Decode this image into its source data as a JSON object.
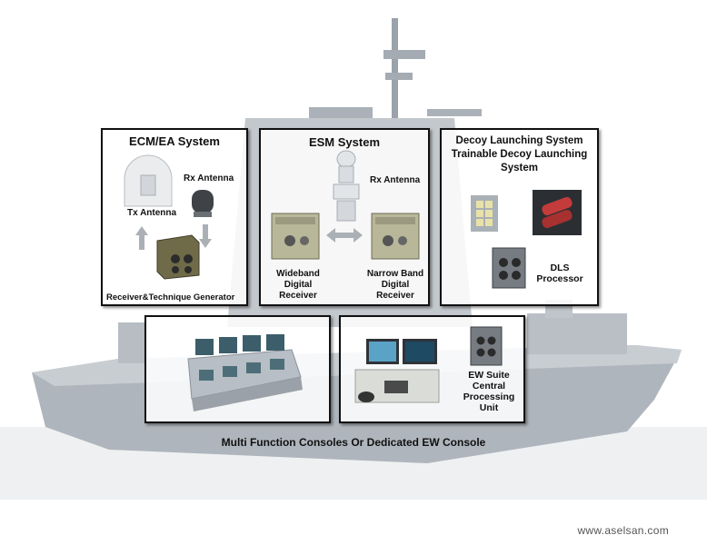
{
  "ecm": {
    "title": "ECM/EA System",
    "rx_antenna": "Rx Antenna",
    "tx_antenna": "Tx Antenna",
    "generator": "Receiver&Technique Generator"
  },
  "esm": {
    "title": "ESM System",
    "rx_antenna": "Rx Antenna",
    "wideband": [
      "Wideband",
      "Digital",
      "Receiver"
    ],
    "narrowband": [
      "Narrow Band",
      "Digital",
      "Receiver"
    ]
  },
  "dls": {
    "title": [
      "Decoy Launching System",
      "Trainable Decoy Launching",
      "System"
    ],
    "processor": [
      "DLS",
      "Processor"
    ]
  },
  "ews": {
    "cpu": [
      "EW Suite",
      "Central",
      "Processing",
      "Unit"
    ]
  },
  "caption": "Multi Function Consoles Or Dedicated EW Console",
  "website": "www.aselsan.com"
}
